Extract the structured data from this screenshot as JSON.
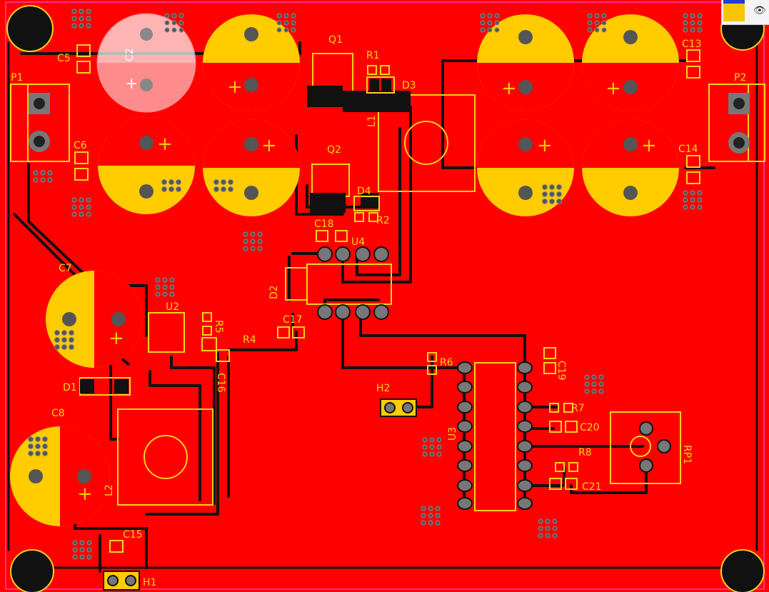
{
  "colors": {
    "board": "#ff0000",
    "silk": "#ffd21a",
    "pad": "#f0c000",
    "trace": "#111111",
    "via": "#555555",
    "layer_top": "#f7c400",
    "layer_accent": "#1f3fd0"
  },
  "designators": {
    "p1": "P1",
    "p2": "P2",
    "c2": "C2",
    "c5": "C5",
    "c6": "C6",
    "c7": "C7",
    "c8": "C8",
    "c13": "C13",
    "c14": "C14",
    "c15": "C15",
    "c16": "C16",
    "c17": "C17",
    "c18": "C18",
    "c19": "C19",
    "c20": "C20",
    "c21": "C21",
    "q1": "Q1",
    "q2": "Q2",
    "r1": "R1",
    "r2": "R2",
    "r4": "R4",
    "r5": "R5",
    "r6": "R6",
    "r7": "R7",
    "r8": "R8",
    "d1": "D1",
    "d2": "D2",
    "d3": "D3",
    "d4": "D4",
    "l1": "L1",
    "l2": "L2",
    "u2": "U2",
    "u3": "U3",
    "u4": "U4",
    "h1": "H1",
    "h2": "H2",
    "rp1": "RP1"
  },
  "layer_panel": {
    "visibility_icon": "eye-icon",
    "visibility_glyph": "👁"
  }
}
